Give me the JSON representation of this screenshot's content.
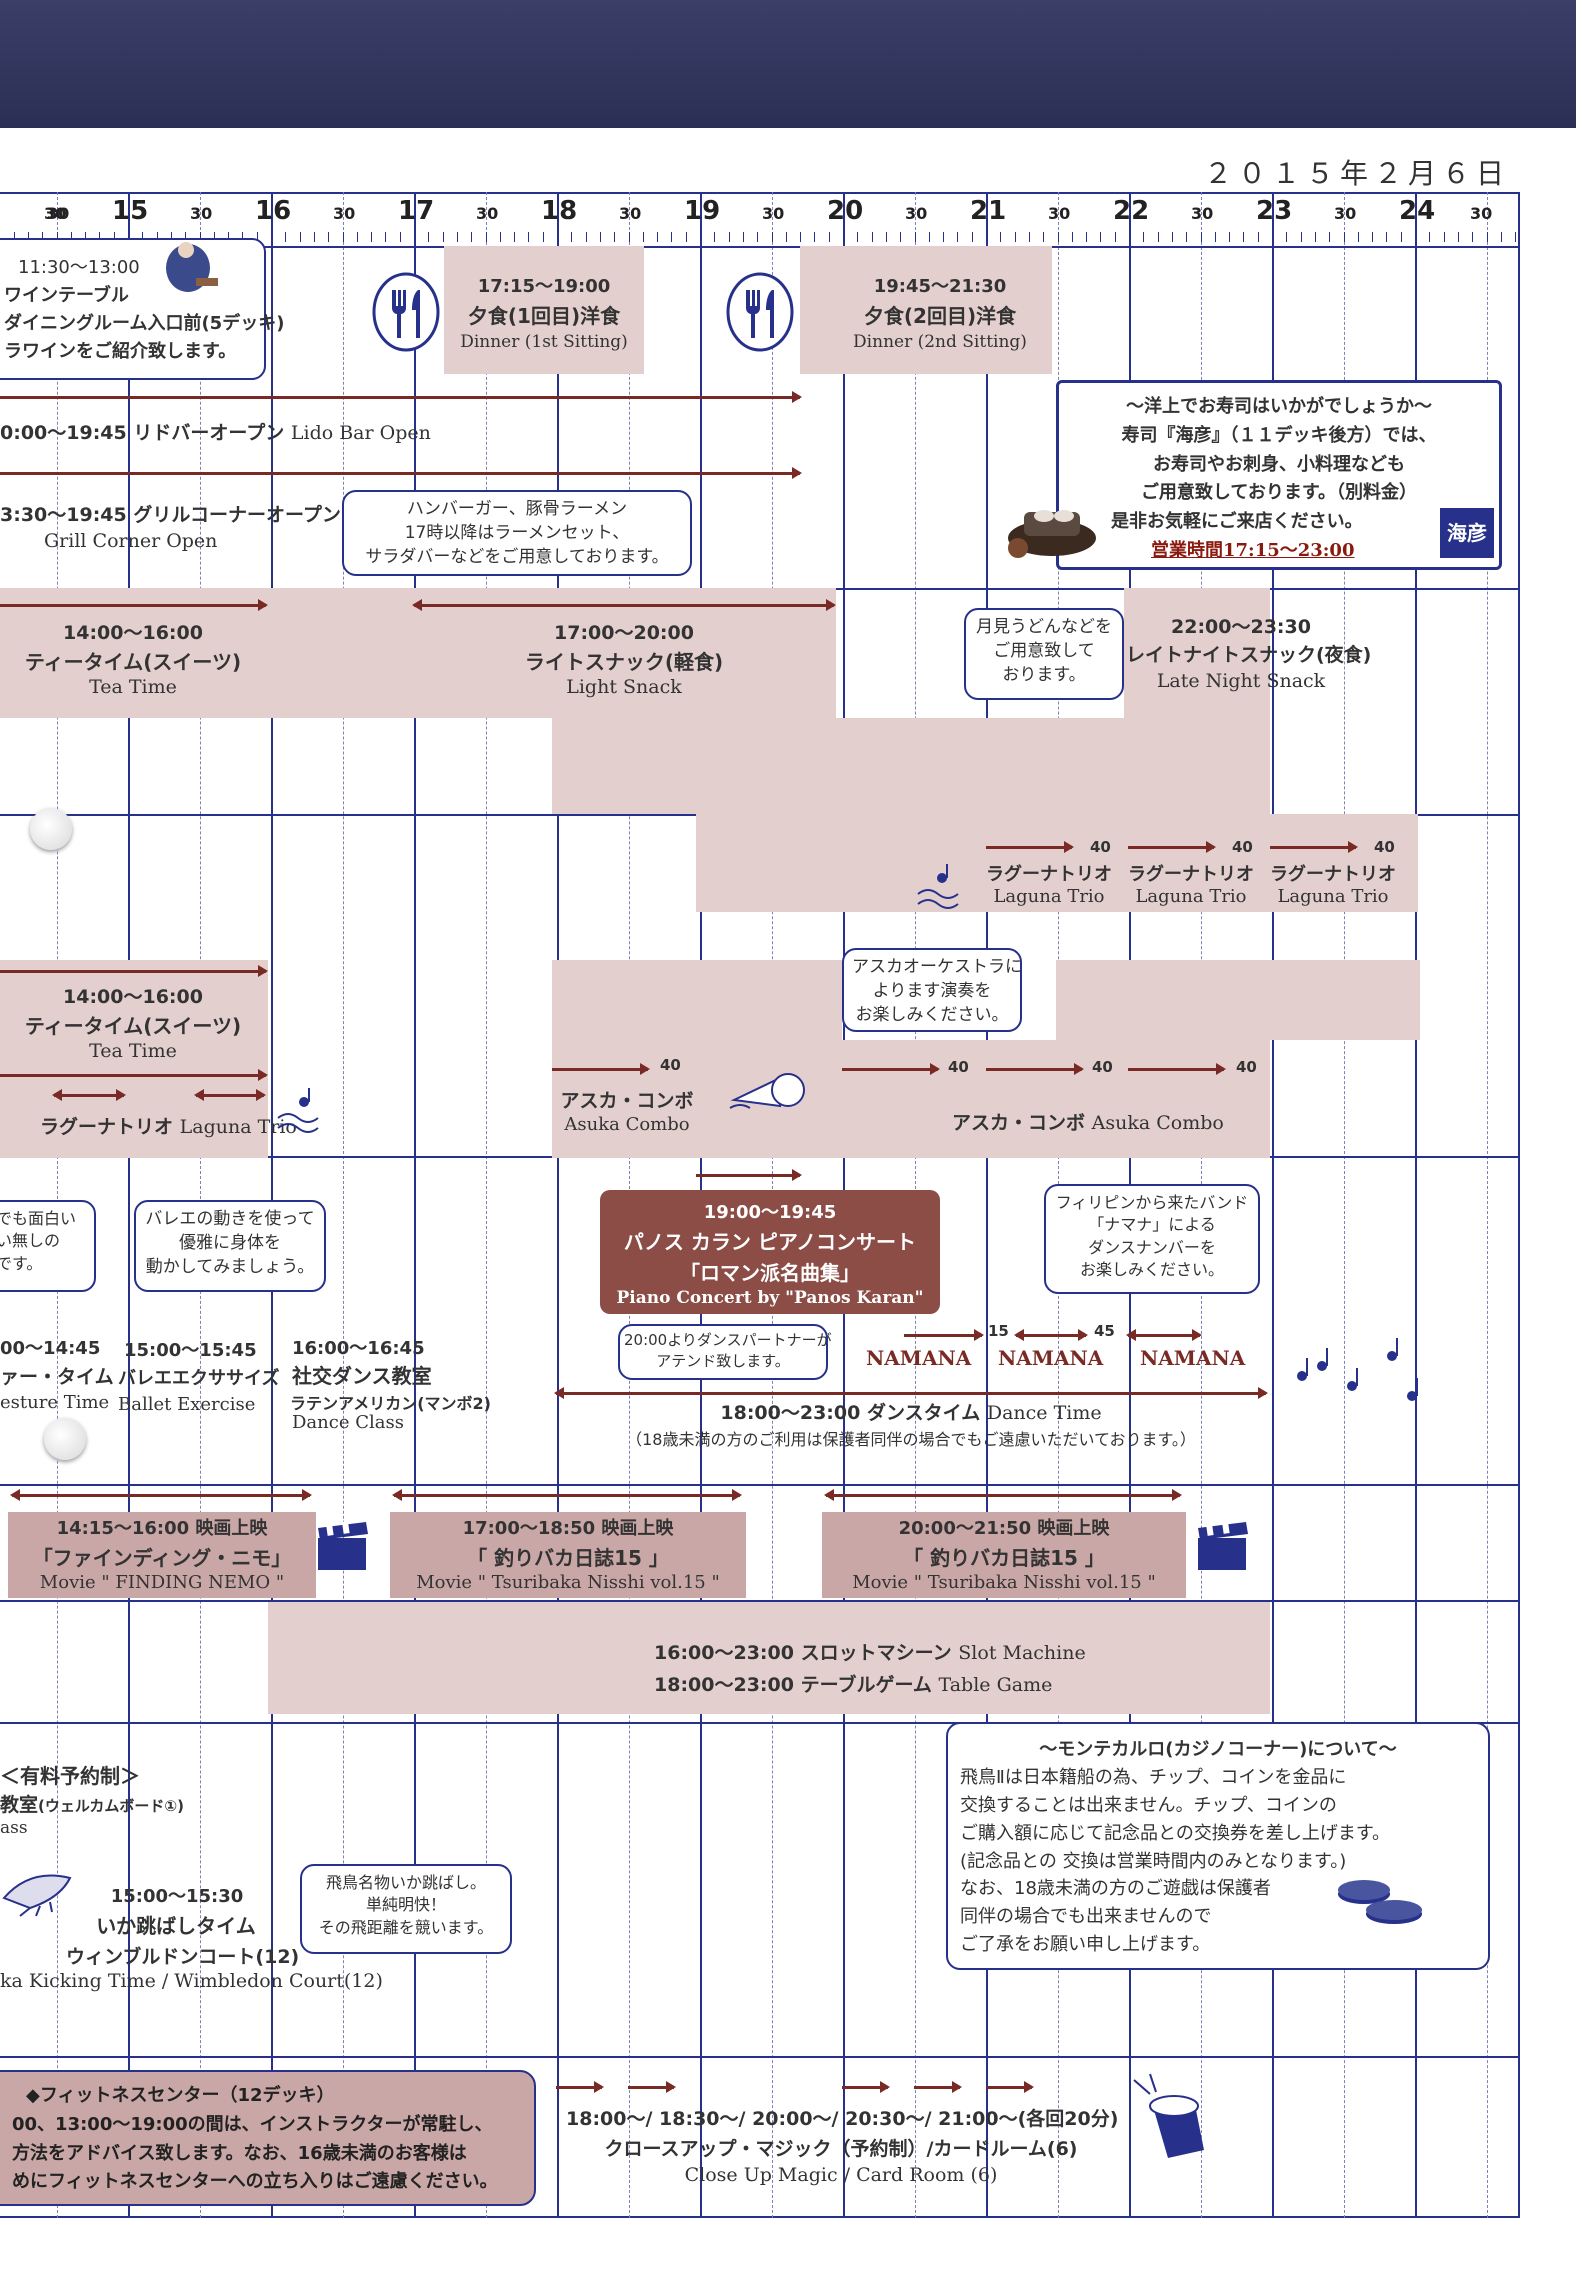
{
  "date": "２０１５年２月６日",
  "timeline": {
    "hours": [
      "15",
      "16",
      "17",
      "18",
      "19",
      "20",
      "21",
      "22",
      "23",
      "24"
    ],
    "half": "30"
  },
  "dining": {
    "wine": {
      "time": "11:30〜13:00",
      "l1": "ワインテーブル",
      "l2": "ダイニングルーム入口前(5デッキ)",
      "l3": "ラワインをご紹介致します。"
    },
    "dinner1": {
      "time": "17:15〜19:00",
      "ja": "夕食(1回目)洋食",
      "en": "Dinner (1st Sitting)"
    },
    "dinner2": {
      "time": "19:45〜21:30",
      "ja": "夕食(2回目)洋食",
      "en": "Dinner (2nd Sitting)"
    }
  },
  "sushi": {
    "l1": "〜洋上でお寿司はいかがでしょうか〜",
    "l2": "寿司『海彦』（１１デッキ後方）では、",
    "l3": "お寿司やお刺身、小料理なども",
    "l4": "ご用意致しております。（別料金）",
    "l5": "是非お気軽にご来店ください。",
    "hours": "営業時間17:15〜23:00",
    "logo": "海彦"
  },
  "lido": {
    "time": "0:00〜19:45",
    "ja": "リドバーオープン",
    "en": "Lido Bar Open"
  },
  "grill": {
    "time": "3:30〜19:45",
    "ja": "グリルコーナーオープン",
    "en": "Grill Corner Open",
    "bubble1": "ハンバーガー、豚骨ラーメン",
    "bubble2": "17時以降はラーメンセット、",
    "bubble3": "サラダバーなどをご用意しております。"
  },
  "tea1": {
    "time": "14:00〜16:00",
    "ja": "ティータイム(スイーツ)",
    "en": "Tea Time"
  },
  "lightsnack": {
    "time": "17:00〜20:00",
    "ja": "ライトスナック(軽食)",
    "en": "Light Snack"
  },
  "udon": {
    "l1": "月見うどんなどを",
    "l2": "ご用意致して",
    "l3": "おります。"
  },
  "latenight": {
    "time": "22:00〜23:30",
    "ja": "レイトナイトスナック(夜食)",
    "en": "Late Night Snack"
  },
  "laguna_upper": [
    {
      "num": "40",
      "ja": "ラグーナトリオ",
      "en": "Laguna Trio"
    },
    {
      "num": "40",
      "ja": "ラグーナトリオ",
      "en": "Laguna Trio"
    },
    {
      "num": "40",
      "ja": "ラグーナトリオ",
      "en": "Laguna Trio"
    }
  ],
  "tea2": {
    "time": "14:00〜16:00",
    "ja": "ティータイム(スイーツ)",
    "en": "Tea Time",
    "laguna_ja": "ラグーナトリオ",
    "laguna_en": "Laguna Trio"
  },
  "asuka": {
    "bubble1": "アスカオーケストラに",
    "bubble2": "よります演奏を",
    "bubble3": "お楽しみください。",
    "combo1_num": "40",
    "combo1_ja": "アスカ・コンボ",
    "combo1_en": "Asuka Combo",
    "n1": "40",
    "n2": "40",
    "n3": "40",
    "combo2_ja": "アスカ・コンボ",
    "combo2_en": "Asuka Combo"
  },
  "events": {
    "b_left1": "でも面白い",
    "b_left2": "い無しの",
    "b_left3": "です。",
    "ballet_b1": "バレエの動きを使って",
    "ballet_b2": "優雅に身体を",
    "ballet_b3": "動かしてみましょう。",
    "gesture_time": "00〜14:45",
    "gesture_ja": "ァー・タイム",
    "gesture_en": "esture Time",
    "ballet_time": "15:00〜15:45",
    "ballet_ja": "バレエエクササイズ",
    "ballet_en": "Ballet Exercise",
    "dance_time": "16:00〜16:45",
    "dance_ja": "社交ダンス教室",
    "dance_sub": "ラテンアメリカン(マンボ2)",
    "dance_en": "Dance Class",
    "piano_time": "19:00〜19:45",
    "piano_ja": "パノス カラン ピアノコンサート",
    "piano_sub": "「ロマン派名曲集」",
    "piano_en": "Piano Concert by \"Panos Karan\"",
    "partner1": "20:00よりダンスパートナーが",
    "partner2": "アテンド致します。",
    "namana_b1": "フィリピンから来たバンド",
    "namana_b2": "「ナマナ」による",
    "namana_b3": "ダンスナンバーを",
    "namana_b4": "お楽しみください。",
    "namana1": "NAMANA",
    "namana2": "NAMANA",
    "namana3": "NAMANA",
    "n15": "15",
    "n45": "45",
    "dancetime_time": "18:00〜23:00",
    "dancetime_ja": "ダンスタイム",
    "dancetime_en": "Dance Time",
    "dancetime_note": "（18歳未満の方のご利用は保護者同伴の場合でもご遠慮いただいております。）"
  },
  "movies": [
    {
      "time": "14:15〜16:00",
      "ja_h": "映画上映",
      "title": "「ファインディング・ニモ」",
      "en": "Movie \" FINDING NEMO \""
    },
    {
      "time": "17:00〜18:50",
      "ja_h": "映画上映",
      "title": "「 釣りバカ日誌15 」",
      "en": "Movie \" Tsuribaka Nisshi vol.15 \""
    },
    {
      "time": "20:00〜21:50",
      "ja_h": "映画上映",
      "title": "「 釣りバカ日誌15 」",
      "en": "Movie \" Tsuribaka Nisshi vol.15 \""
    }
  ],
  "casino": {
    "slot_time": "16:00〜23:00",
    "slot_ja": "スロットマシーン",
    "slot_en": "Slot Machine",
    "table_time": "18:00〜23:00",
    "table_ja": "テーブルゲーム",
    "table_en": "Table Game",
    "note_title": "〜モンテカルロ(カジノコーナー)について〜",
    "n1": "飛鳥Ⅱは日本籍船の為、チップ、コインを金品に",
    "n2": "交換することは出来ません。チップ、コインの",
    "n3": "ご購入額に応じて記念品との交換券を差し上げます。",
    "n4": "(記念品との 交換は営業時間内のみとなります。)",
    "n5": "なお、18歳未満の方のご遊戯は保護者",
    "n6": "同伴の場合でも出来ませんので",
    "n7": "ご了承をお願い申し上げます。"
  },
  "reserve": {
    "h": "＜有料予約制＞",
    "l2": "教室",
    "l2b": "(ウェルカムボード①)",
    "l3": "ass"
  },
  "ika": {
    "time": "15:00〜15:30",
    "ja1": "いか跳ばしタイム",
    "ja2": "ウィンブルドンコート(12)",
    "en": "ka Kicking Time / Wimbledon Court(12)",
    "b1": "飛鳥名物いか跳ばし。",
    "b2": "単純明快！",
    "b3": "その飛距離を競います。"
  },
  "fitness": {
    "h": "◆フィットネスセンター（12デッキ）",
    "l1": "00、13:00〜19:00の間は、インストラクターが常駐し、",
    "l2": "方法をアドバイス致します。なお、16歳未満のお客様は",
    "l3": "めにフィットネスセンターへの立ち入りはご遠慮ください。"
  },
  "magic": {
    "times": "18:00〜/ 18:30〜/ 20:00〜/ 20:30〜/ 21:00〜(各回20分)",
    "ja": "クロースアップ・マジック（予約制）/カードルーム(6)",
    "en": "Close Up Magic / Card Room (6)"
  }
}
